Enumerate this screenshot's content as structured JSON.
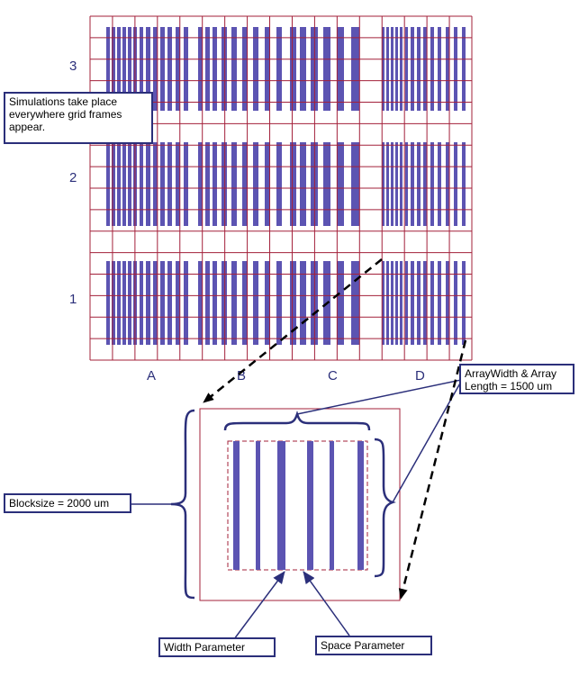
{
  "row_labels": [
    "3",
    "2",
    "1"
  ],
  "column_labels": [
    "A",
    "B",
    "C",
    "D"
  ],
  "callouts": {
    "simulations_note": "Simulations take place everywhere grid frames appear.",
    "array_size": "ArrayWidth & Array Length = 1500 um",
    "blocksize": "Blocksize = 2000 um",
    "width_parameter": "Width Parameter",
    "space_parameter": "Space Parameter"
  },
  "colors": {
    "grid": "#a3203a",
    "bars": "#5c54b2",
    "callout_border": "#2b2f7a",
    "leader": "#2b2f7a",
    "dashed_arrow": "#000000"
  }
}
